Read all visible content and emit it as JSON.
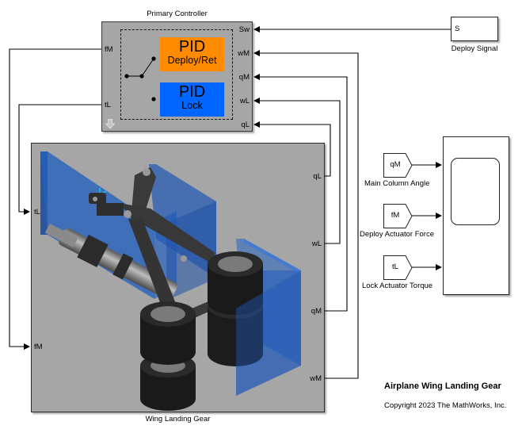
{
  "model": {
    "title": "Airplane Wing Landing Gear",
    "copyright": "Copyright 2023 The MathWorks, Inc."
  },
  "primary_controller": {
    "name": "Primary Controller",
    "inputs": [
      "Sw",
      "wM",
      "qM",
      "wL",
      "qL"
    ],
    "outputs": [
      "fM",
      "tL"
    ],
    "pid_deploy": {
      "line1": "PID",
      "line2": "Deploy/Ret",
      "color": "#ff8c00"
    },
    "pid_lock": {
      "line1": "PID",
      "line2": "Lock",
      "color": "#0066ff"
    },
    "icon": "down-arrow-icon"
  },
  "deploy_signal": {
    "name": "Deploy Signal",
    "port_label": "S"
  },
  "wing_landing_gear": {
    "name": "Wing Landing Gear",
    "inputs": [
      "tL",
      "fM"
    ],
    "outputs": [
      "qL",
      "wL",
      "qM",
      "wM"
    ],
    "wall_color": "#1f5cc4"
  },
  "scope_inputs": [
    {
      "tag": "qM",
      "label": "Main Column Angle"
    },
    {
      "tag": "fM",
      "label": "Deploy Actuator Force"
    },
    {
      "tag": "tL",
      "label": "Lock Actuator Torque"
    }
  ],
  "scope": {
    "name": "scope-icon"
  }
}
